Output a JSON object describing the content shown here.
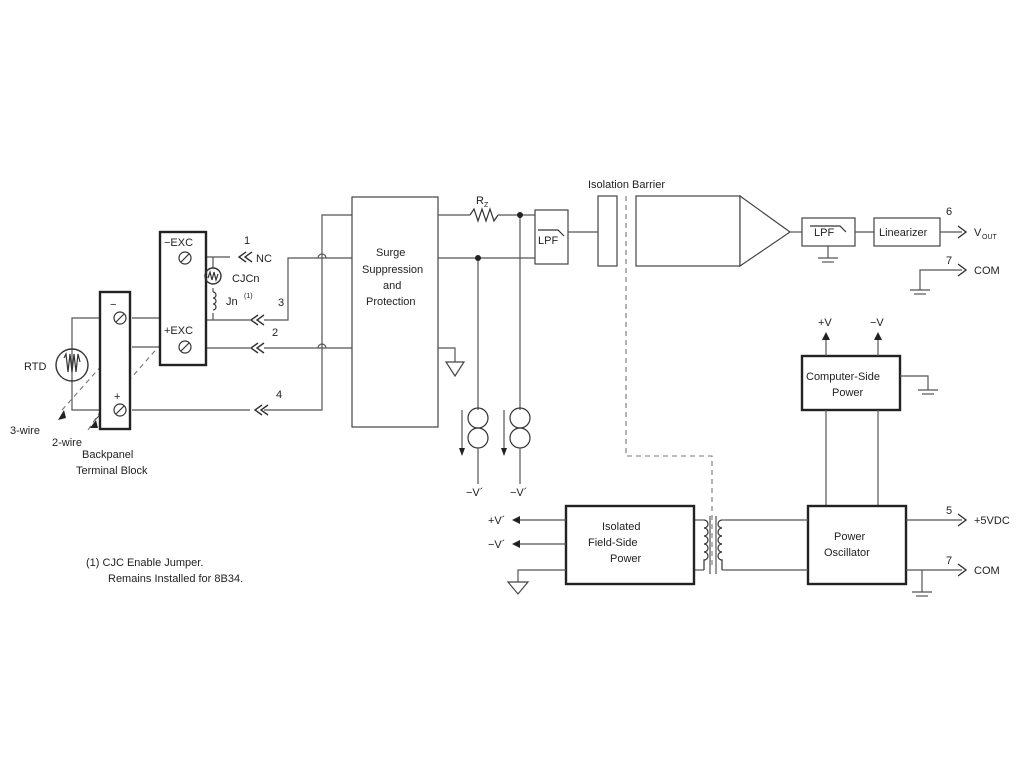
{
  "terminal": {
    "neg_exc": "−EXC",
    "pos_exc": "+EXC",
    "minus": "−",
    "plus": "+",
    "pin1": "1",
    "nc": "NC",
    "cjcn": "CJCn",
    "jn": "Jn",
    "jn_note": "(1)",
    "pin3": "3",
    "pin2": "2",
    "pin4": "4",
    "rtd": "RTD",
    "wire3": "3-wire",
    "wire2": "2-wire",
    "backpanel_line1": "Backpanel",
    "backpanel_line2": "Terminal Block"
  },
  "blocks": {
    "surge_line1": "Surge",
    "surge_line2": "Suppression",
    "surge_line3": "and",
    "surge_line4": "Protection",
    "rz": "R",
    "rz_sub": "Z",
    "lpf_in": "LPF",
    "isolation_barrier": "Isolation Barrier",
    "lpf_out": "LPF",
    "linearizer": "Linearizer",
    "computer_line1": "Computer-Side",
    "computer_line2": "Power",
    "oscillator_line1": "Power",
    "oscillator_line2": "Oscillator",
    "field_line1": "Isolated",
    "field_line2": "Field-Side",
    "field_line3": "Power"
  },
  "outputs": {
    "pin6": "6",
    "vout": "V",
    "vout_sub": "OUT",
    "pin7_top": "7",
    "com_top": "COM",
    "pin5": "5",
    "vdc": "+5VDC",
    "pin7_bottom": "7",
    "com_bottom": "COM",
    "plus_v": "+V",
    "minus_v": "−V",
    "plus_v_field": "+V´",
    "minus_v_field": "−V´",
    "cs_neg_v1": "−V´",
    "cs_neg_v2": "−V´"
  },
  "footnote": {
    "line1": "(1) CJC Enable Jumper.",
    "line2": "Remains Installed for 8B34."
  }
}
